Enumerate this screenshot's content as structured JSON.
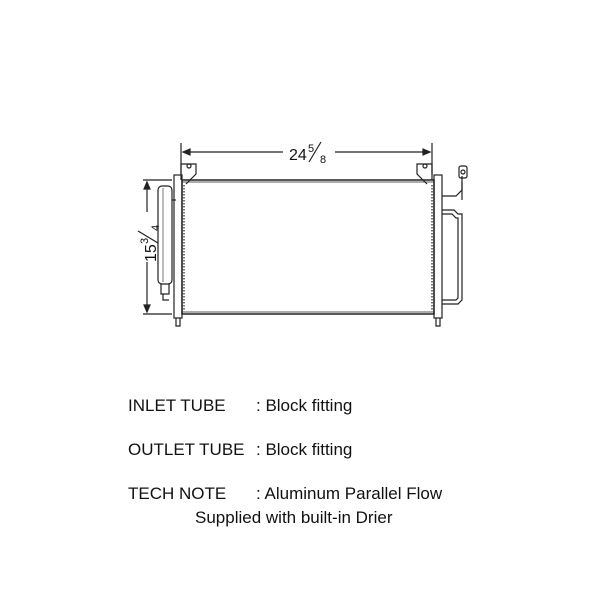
{
  "diagram": {
    "width_dimension": {
      "whole": "24",
      "numerator": "5",
      "denominator": "8"
    },
    "height_dimension": {
      "whole": "15",
      "numerator": "3",
      "denominator": "4"
    }
  },
  "specs": [
    {
      "label": "INLET TUBE",
      "value": ": Block fitting"
    },
    {
      "label": "OUTLET TUBE",
      "value": ": Block fitting"
    },
    {
      "label": "TECH NOTE",
      "value": ": Aluminum Parallel Flow"
    }
  ],
  "tech_note_line2": "Supplied with built-in Drier"
}
